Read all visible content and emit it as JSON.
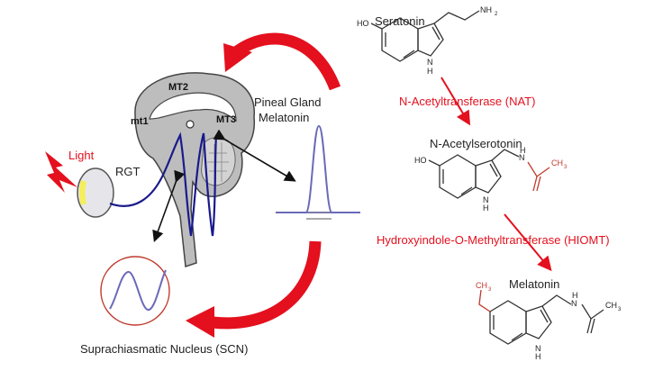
{
  "colors": {
    "accent_red": "#e4101e",
    "pathway_blue": "#1a1a8c",
    "curve_blue": "#6a6ab8",
    "cycle_ring": "#c0392b",
    "brain_gray": "#b8b8b8",
    "text_dark": "#222222"
  },
  "icons": {
    "light": "lightning-bolt-icon",
    "eye": "eye-icon",
    "brain": "brain-sagittal-icon"
  },
  "left_panel": {
    "light_label": "Light",
    "rgt_label": "RGT",
    "brain": {
      "mt1_label": "mt1",
      "mt2_label": "MT2",
      "mt3_label": "MT3"
    },
    "pineal_label": "Pineal Gland",
    "melatonin_label": "Melatonin",
    "scn_label": "Suprachiasmatic Nucleus (SCN)"
  },
  "pathway": {
    "steps": [
      {
        "name": "Seratonin",
        "chem": {
          "ho": "HO",
          "nh2": "NH",
          "nh2_sub": "2",
          "nh": "N",
          "h": "H"
        }
      },
      {
        "enzyme": "N-Acetyltransferase (NAT)"
      },
      {
        "name": "N-Acetylserotonin",
        "chem": {
          "ho": "HO",
          "nh": "N",
          "h": "H",
          "amide_h": "H",
          "ch3": "CH",
          "ch3_sub": "3"
        }
      },
      {
        "enzyme": "Hydroxyindole-O-Methyltransferase (HIOMT)"
      },
      {
        "name": "Melatonin",
        "chem": {
          "ch3_methoxy": "CH",
          "ch3_methoxy_sub": "3",
          "nh": "N",
          "h": "H",
          "amide_h": "H",
          "ch3": "CH",
          "ch3_sub": "3"
        }
      }
    ]
  }
}
